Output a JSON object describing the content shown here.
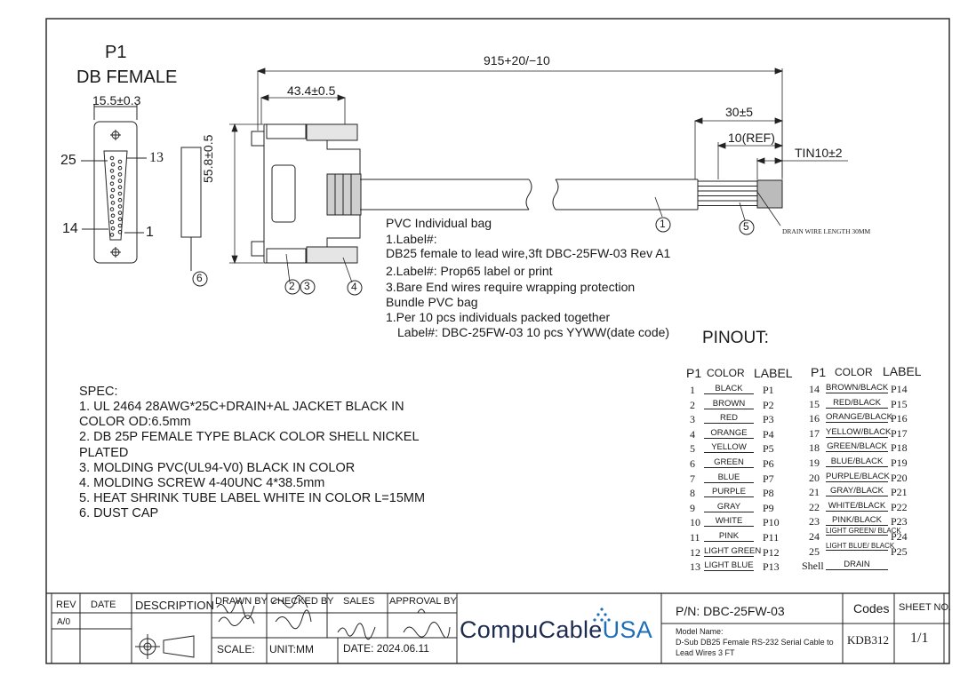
{
  "connector": {
    "name": "P1",
    "type": "DB FEMALE",
    "width_dim": "15.5±0.3",
    "pin25": "25",
    "pin13": "13",
    "pin14": "14",
    "pin1": "1"
  },
  "dimensions": {
    "overall": "915+20/−10",
    "head": "43.4±0.5",
    "height": "55.8±0.5",
    "strip": "30±5",
    "ref": "10(REF)",
    "tin": "TIN10±2",
    "drain_note": "DRAIN WIRE LENGTH 30MM"
  },
  "callouts": [
    "1",
    "2",
    "3",
    "4",
    "5",
    "6"
  ],
  "notes": [
    "PVC Individual bag",
    "1.Label#:",
    "DB25 female to lead wire,3ft DBC-25FW-03 Rev A1",
    "2.Label#: Prop65 label or print",
    "3.Bare End wires require wrapping protection",
    "Bundle PVC bag",
    "1.Per 10 pcs individuals packed together",
    "Label#: DBC-25FW-03 10 pcs  YYWW(date code)"
  ],
  "spec": {
    "title": "SPEC:",
    "lines": [
      "1.  UL 2464  28AWG*25C+DRAIN+AL  JACKET BLACK IN",
      "COLOR  OD:6.5mm",
      "2. DB 25P FEMALE TYPE BLACK COLOR SHELL NICKEL",
      "PLATED",
      "3. MOLDING PVC(UL94-V0) BLACK IN COLOR",
      "4. MOLDING SCREW 4-40UNC 4*38.5mm",
      "5. HEAT SHRINK TUBE LABEL WHITE IN COLOR L=15MM",
      "6. DUST CAP"
    ]
  },
  "pinout": {
    "title": "PINOUT:",
    "headers": {
      "p1": "P1",
      "color": "COLOR",
      "label": "LABEL"
    },
    "left": [
      {
        "p1": "1",
        "color": "BLACK",
        "label": "P1"
      },
      {
        "p1": "2",
        "color": "BROWN",
        "label": "P2"
      },
      {
        "p1": "3",
        "color": "RED",
        "label": "P3"
      },
      {
        "p1": "4",
        "color": "ORANGE",
        "label": "P4"
      },
      {
        "p1": "5",
        "color": "YELLOW",
        "label": "P5"
      },
      {
        "p1": "6",
        "color": "GREEN",
        "label": "P6"
      },
      {
        "p1": "7",
        "color": "BLUE",
        "label": "P7"
      },
      {
        "p1": "8",
        "color": "PURPLE",
        "label": "P8"
      },
      {
        "p1": "9",
        "color": "GRAY",
        "label": "P9"
      },
      {
        "p1": "10",
        "color": "WHITE",
        "label": "P10"
      },
      {
        "p1": "11",
        "color": "PINK",
        "label": "P11"
      },
      {
        "p1": "12",
        "color": "LIGHT GREEN",
        "label": "P12"
      },
      {
        "p1": "13",
        "color": "LIGHT BLUE",
        "label": "P13"
      }
    ],
    "right": [
      {
        "p1": "14",
        "color": "BROWN/BLACK",
        "label": "P14"
      },
      {
        "p1": "15",
        "color": "RED/BLACK",
        "label": "P15"
      },
      {
        "p1": "16",
        "color": "ORANGE/BLACK",
        "label": "P16"
      },
      {
        "p1": "17",
        "color": "YELLOW/BLACK",
        "label": "P17"
      },
      {
        "p1": "18",
        "color": "GREEN/BLACK",
        "label": "P18"
      },
      {
        "p1": "19",
        "color": "BLUE/BLACK",
        "label": "P19"
      },
      {
        "p1": "20",
        "color": "PURPLE/BLACK",
        "label": "P20"
      },
      {
        "p1": "21",
        "color": "GRAY/BLACK",
        "label": "P21"
      },
      {
        "p1": "22",
        "color": "WHITE/BLACK",
        "label": "P22"
      },
      {
        "p1": "23",
        "color": "PINK/BLACK",
        "label": "P23"
      },
      {
        "p1": "24",
        "color": "LIGHT GREEN/ BLACK",
        "label": "P24"
      },
      {
        "p1": "25",
        "color": "LIGHT BLUE/ BLACK",
        "label": "P25"
      },
      {
        "p1": "Shell",
        "color": "DRAIN",
        "label": ""
      }
    ]
  },
  "title_block": {
    "rev_h": "REV",
    "date_h": "DATE",
    "desc_h": "DESCRIPTION",
    "drawn_h": "DRAWN BY",
    "checked_h": "CHECKED BY",
    "sales_h": "SALES",
    "approval_h": "APPROVAL BY",
    "rev": "A/0",
    "scale": "SCALE:",
    "unit": "UNIT:MM",
    "date": "DATE:  2024.06.11",
    "pn": "P/N: DBC-25FW-03",
    "codes_h": "Codes",
    "sheet_h": "SHEET NO.",
    "model_h": "Model Name:",
    "model_1": "D-Sub DB25 Female RS-232 Serial Cable to",
    "model_2": "Lead Wires  3 FT",
    "code": "KDB312",
    "sheet": "1/1",
    "logo_a": "CompuCable",
    "logo_b": "USA"
  },
  "colors": {
    "line": "#222222",
    "logo_blue": "#1f6fb8",
    "logo_dark": "#1d2b4f"
  }
}
